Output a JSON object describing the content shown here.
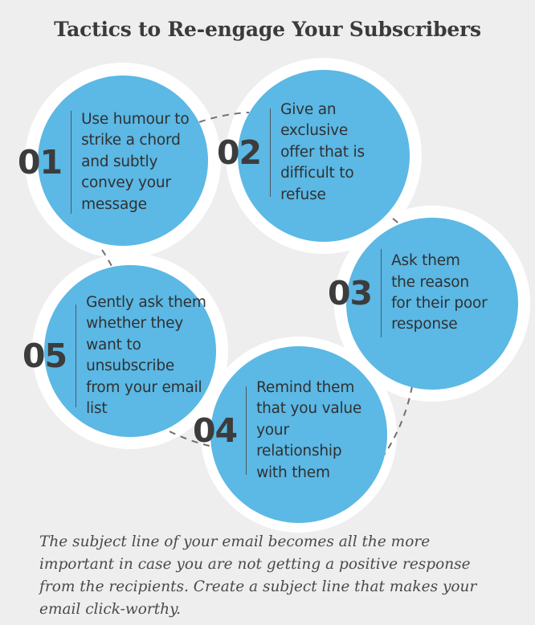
{
  "page": {
    "background_color": "#efeeee",
    "circle_color": "#5cb8e4",
    "text_color": "#2f3133",
    "number_color": "#3c3c3c",
    "connector_color": "#6f6f6f"
  },
  "header": {
    "title": "Tactics to Re-engage Your Subscribers"
  },
  "steps": [
    {
      "number": "01",
      "text": "Use humour to strike a chord and subtly convey your message"
    },
    {
      "number": "02",
      "text": "Give an exclusive offer that is difficult to refuse"
    },
    {
      "number": "03",
      "text": "Ask them the reason for their poor response"
    },
    {
      "number": "04",
      "text": "Remind them that you value your relationship with them"
    },
    {
      "number": "05",
      "text": "Gently ask them whether they want to unsubscribe from your email list"
    }
  ],
  "footer": {
    "caption": "The subject line of your email becomes all the more important in case you are not getting a positive response from the recipients. Create a subject line that makes your email click-worthy."
  }
}
